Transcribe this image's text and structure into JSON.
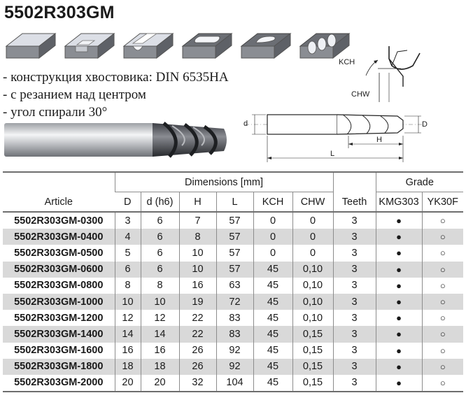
{
  "title": "5502R303GM",
  "machining_icons": [
    "face-milling-icon",
    "slot-milling-icon",
    "groove-milling-icon",
    "pocket-milling-icon",
    "plunge-pocket-icon",
    "drilling-icon"
  ],
  "features": [
    "- конструкция хвостовика: DIN 6535HA",
    "- с резанием над центром",
    "- угол спирали 30°"
  ],
  "diagram_labels": {
    "kch": "KCH",
    "chw": "CHW",
    "d": "d",
    "D": "D",
    "H": "H",
    "L": "L"
  },
  "table": {
    "header": {
      "article": "Article",
      "dimensions": "Dimensions [mm]",
      "teeth": "Teeth",
      "grade": "Grade",
      "columns": [
        "D",
        "d (h6)",
        "H",
        "L",
        "KCH",
        "CHW"
      ],
      "grades": [
        "KMG303",
        "YK30F"
      ]
    },
    "rows": [
      {
        "article": "5502R303GM-0300",
        "D": "3",
        "d": "6",
        "H": "7",
        "L": "57",
        "KCH": "0",
        "CHW": "0",
        "teeth": "3",
        "kmg303": "●",
        "yk30f": "○"
      },
      {
        "article": "5502R303GM-0400",
        "D": "4",
        "d": "6",
        "H": "8",
        "L": "57",
        "KCH": "0",
        "CHW": "0",
        "teeth": "3",
        "kmg303": "●",
        "yk30f": "○"
      },
      {
        "article": "5502R303GM-0500",
        "D": "5",
        "d": "6",
        "H": "10",
        "L": "57",
        "KCH": "0",
        "CHW": "0",
        "teeth": "3",
        "kmg303": "●",
        "yk30f": "○"
      },
      {
        "article": "5502R303GM-0600",
        "D": "6",
        "d": "6",
        "H": "10",
        "L": "57",
        "KCH": "45",
        "CHW": "0,10",
        "teeth": "3",
        "kmg303": "●",
        "yk30f": "○"
      },
      {
        "article": "5502R303GM-0800",
        "D": "8",
        "d": "8",
        "H": "16",
        "L": "63",
        "KCH": "45",
        "CHW": "0,10",
        "teeth": "3",
        "kmg303": "●",
        "yk30f": "○"
      },
      {
        "article": "5502R303GM-1000",
        "D": "10",
        "d": "10",
        "H": "19",
        "L": "72",
        "KCH": "45",
        "CHW": "0,10",
        "teeth": "3",
        "kmg303": "●",
        "yk30f": "○"
      },
      {
        "article": "5502R303GM-1200",
        "D": "12",
        "d": "12",
        "H": "22",
        "L": "83",
        "KCH": "45",
        "CHW": "0,10",
        "teeth": "3",
        "kmg303": "●",
        "yk30f": "○"
      },
      {
        "article": "5502R303GM-1400",
        "D": "14",
        "d": "14",
        "H": "22",
        "L": "83",
        "KCH": "45",
        "CHW": "0,15",
        "teeth": "3",
        "kmg303": "●",
        "yk30f": "○"
      },
      {
        "article": "5502R303GM-1600",
        "D": "16",
        "d": "16",
        "H": "26",
        "L": "92",
        "KCH": "45",
        "CHW": "0,15",
        "teeth": "3",
        "kmg303": "●",
        "yk30f": "○"
      },
      {
        "article": "5502R303GM-1800",
        "D": "18",
        "d": "18",
        "H": "26",
        "L": "92",
        "KCH": "45",
        "CHW": "0,15",
        "teeth": "3",
        "kmg303": "●",
        "yk30f": "○"
      },
      {
        "article": "5502R303GM-2000",
        "D": "20",
        "d": "20",
        "H": "32",
        "L": "104",
        "KCH": "45",
        "CHW": "0,15",
        "teeth": "3",
        "kmg303": "●",
        "yk30f": "○"
      }
    ]
  }
}
